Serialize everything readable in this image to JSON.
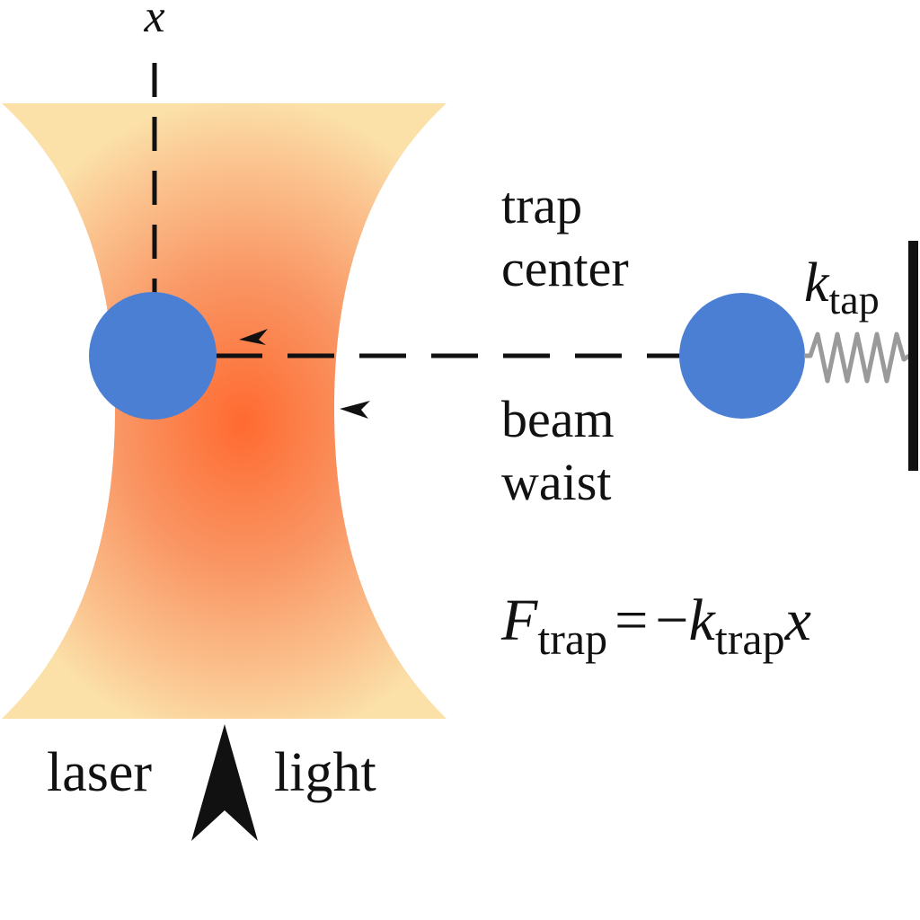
{
  "labels": {
    "axis": "x",
    "trap_center_line1": "trap",
    "trap_center_line2": "center",
    "beam_waist_line1": "beam",
    "beam_waist_line2": "waist",
    "laser_left": "laser",
    "laser_right": "light",
    "spring_k": "k",
    "spring_sub": "tap"
  },
  "equation": {
    "lhs": "F",
    "lhs_sub": "trap",
    "equals": "=",
    "minus": "−",
    "k": "k",
    "k_sub": "trap",
    "var": "x"
  },
  "colors": {
    "beam_edge": "#fbe0a8",
    "beam_core": "#ff6a30",
    "particle": "#4a7fd4",
    "spring": "#9a9a9a",
    "line": "#111111"
  }
}
